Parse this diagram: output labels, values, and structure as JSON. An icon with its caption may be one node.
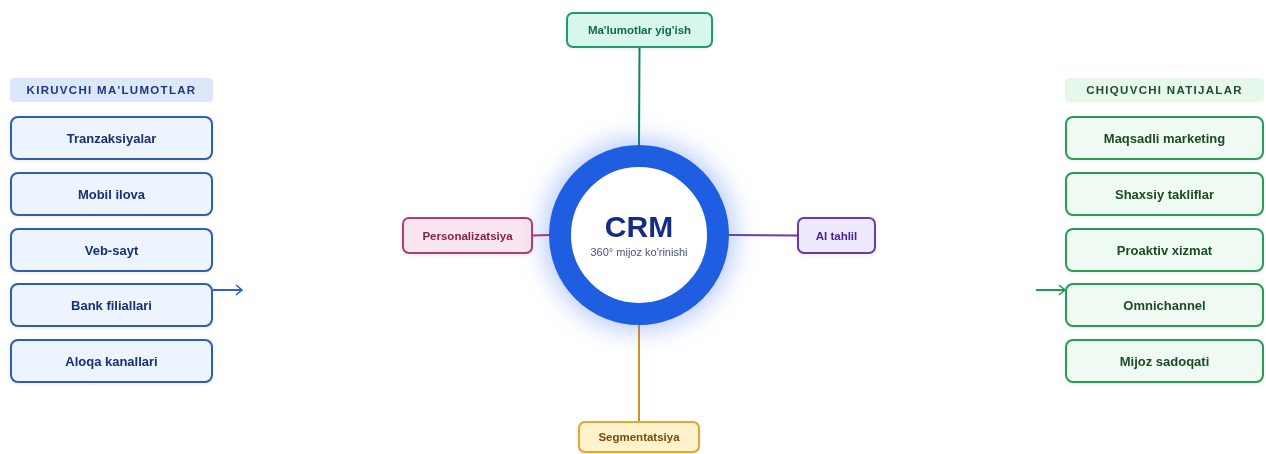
{
  "diagram": {
    "nodes": [
      {
        "text": [
          "KIRUVCHI MA'LUMOTLAR"
        ]
      },
      {
        "text": [
          "Tranzaksiyalar"
        ]
      },
      {
        "text": [
          "Mobil ilova"
        ]
      },
      {
        "text": [
          "Veb-sayt"
        ]
      },
      {
        "text": [
          "Bank filiallari"
        ]
      },
      {
        "text": [
          "Aloqa kanallari"
        ]
      },
      {
        "text": [
          "CHIQUVCHI NATIJALAR"
        ]
      },
      {
        "text": [
          "Maqsadli marketing"
        ]
      },
      {
        "text": [
          "Shaxsiy takliflar"
        ]
      },
      {
        "text": [
          "Proaktiv xizmat"
        ]
      },
      {
        "text": [
          "Omnichannel"
        ]
      },
      {
        "text": [
          "Mijoz sadoqati"
        ]
      },
      {
        "text": [
          "Ma'lumotlar yig'ish"
        ]
      },
      {
        "text": [
          "Personalizatsiya"
        ]
      },
      {
        "text": [
          "CRM",
          "360° mijoz ko'rinishi"
        ]
      },
      {
        "text": [
          "AI tahlil"
        ]
      },
      {
        "text": [
          "Segmentatsiya"
        ]
      }
    ],
    "edges": [
      {
        "from": 12,
        "to": 14,
        "arrow": "none",
        "color": "#11845e"
      },
      {
        "from": 13,
        "to": 14,
        "arrow": "none",
        "color": "#b5316e"
      },
      {
        "from": 14,
        "to": 15,
        "arrow": "none",
        "color": "#6a3bb0"
      },
      {
        "from": 14,
        "to": 16,
        "arrow": "none",
        "color": "#d1921a"
      },
      {
        "from": 4,
        "to": null,
        "arrow": "to",
        "color": "#2a64c8"
      },
      {
        "from": null,
        "to": 10,
        "arrow": "to",
        "color": "#1f9a55"
      }
    ]
  }
}
